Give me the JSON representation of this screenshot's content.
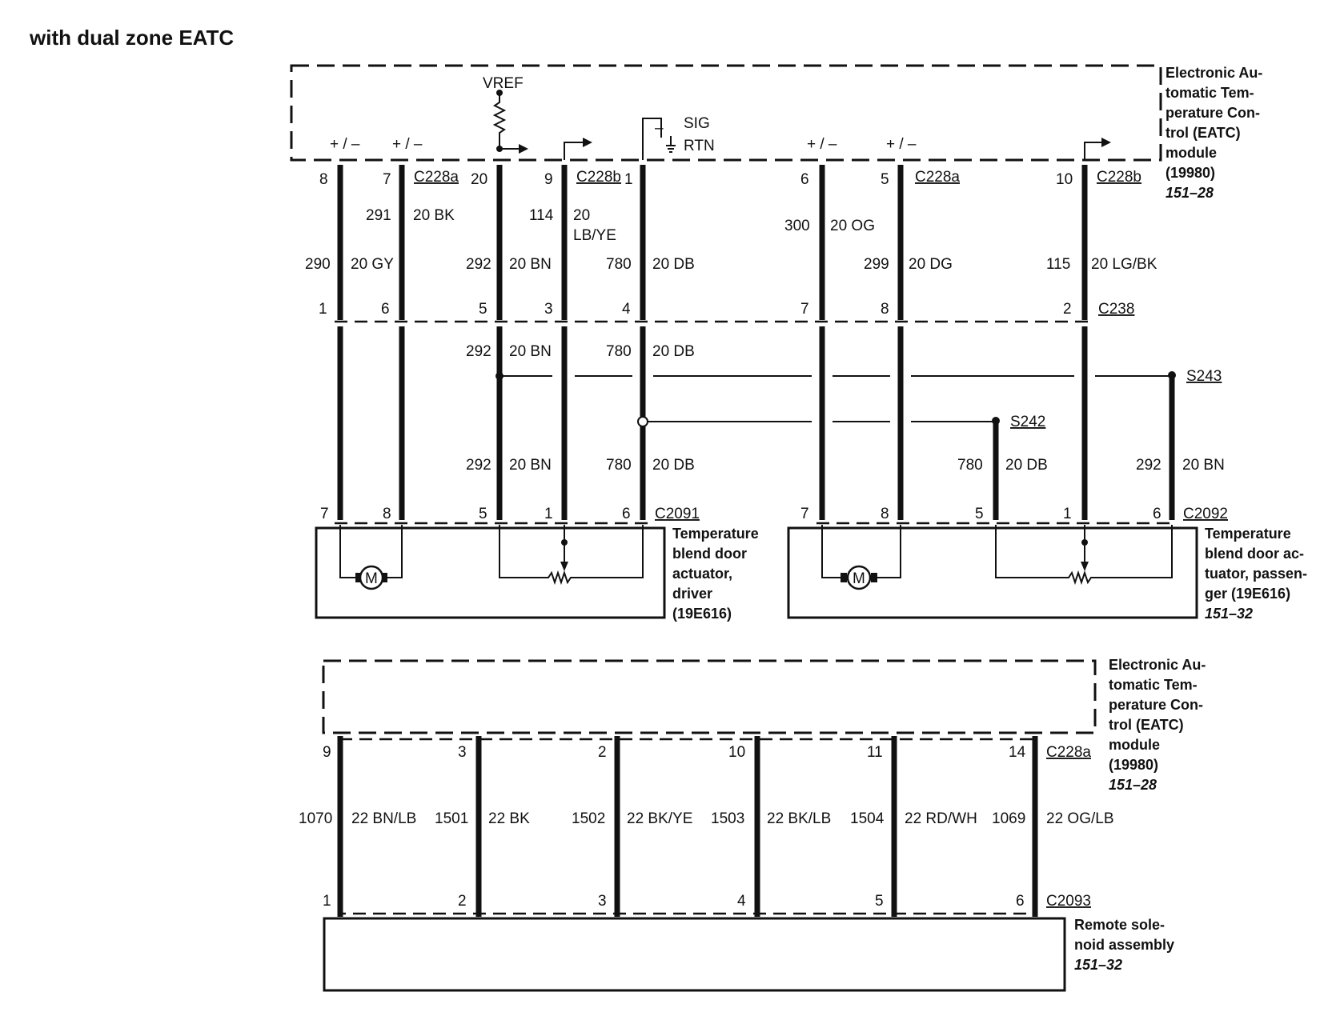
{
  "title": "with dual zone EATC",
  "eatc_top": {
    "lines": [
      "Electronic Au-",
      "tomatic Tem-",
      "perature Con-",
      "trol (EATC)",
      "module",
      "(19980)"
    ],
    "ref": "151–28",
    "vref": "VREF",
    "sig": "SIG",
    "rtn": "RTN",
    "minus": "–",
    "pol": "+ / –"
  },
  "conn": {
    "c228a": "C228a",
    "c228b": "C228b",
    "c238": "C238",
    "c2091": "C2091",
    "c2092": "C2092",
    "c2093": "C2093",
    "s242": "S242",
    "s243": "S243"
  },
  "pins": {
    "p8": "8",
    "p7": "7",
    "p20": "20",
    "p9": "9",
    "p1": "1",
    "p6": "6",
    "p5": "5",
    "p10": "10",
    "c1": "1",
    "c6": "6",
    "c5": "5",
    "c3": "3",
    "c4": "4",
    "c7": "7",
    "c8": "8",
    "c2": "2",
    "d7": "7",
    "d8": "8",
    "d5": "5",
    "d1": "1",
    "d6": "6",
    "e7": "7",
    "e8": "8",
    "e5": "5",
    "e1": "1",
    "e6": "6"
  },
  "circuits": {
    "w291": "291",
    "w291c": "20 BK",
    "w114": "114",
    "w114c1": "20",
    "w114c2": "LB/YE",
    "w290": "290",
    "w290c": "20 GY",
    "w292": "292",
    "w292c": "20 BN",
    "w780": "780",
    "w780c": "20 DB",
    "w300": "300",
    "w300c": "20 OG",
    "w299": "299",
    "w299c": "20 DG",
    "w115": "115",
    "w115c": "20 LG/BK"
  },
  "motor": "M",
  "actuator_driver": {
    "lines": [
      "Temperature",
      "blend door",
      "actuator,",
      "driver",
      "(19E616)"
    ]
  },
  "actuator_passenger": {
    "lines": [
      "Temperature",
      "blend door ac-",
      "tuator, passen-",
      "ger (19E616)"
    ],
    "ref": "151–32"
  },
  "eatc_bottom": {
    "lines": [
      "Electronic Au-",
      "tomatic Tem-",
      "perature Con-",
      "trol (EATC)",
      "module",
      "(19980)"
    ],
    "ref": "151–28"
  },
  "solenoid_wires": [
    {
      "top_pin": "9",
      "bottom_pin": "1",
      "circuit": "1070",
      "color": "22 BN/LB"
    },
    {
      "top_pin": "3",
      "bottom_pin": "2",
      "circuit": "1501",
      "color": "22 BK"
    },
    {
      "top_pin": "2",
      "bottom_pin": "3",
      "circuit": "1502",
      "color": "22 BK/YE"
    },
    {
      "top_pin": "10",
      "bottom_pin": "4",
      "circuit": "1503",
      "color": "22 BK/LB"
    },
    {
      "top_pin": "11",
      "bottom_pin": "5",
      "circuit": "1504",
      "color": "22 RD/WH"
    },
    {
      "top_pin": "14",
      "bottom_pin": "6",
      "circuit": "1069",
      "color": "22 OG/LB"
    }
  ],
  "solenoid": {
    "lines": [
      "Remote sole-",
      "noid assembly"
    ],
    "ref": "151–32"
  }
}
